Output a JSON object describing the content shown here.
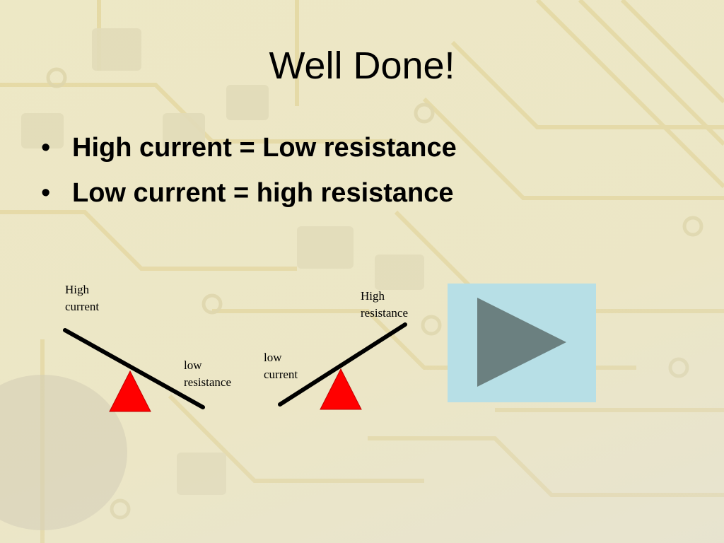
{
  "slide": {
    "title": "Well Done!",
    "bullets": [
      "High current = Low resistance",
      "Low current = high resistance"
    ]
  },
  "diagram": {
    "left_seesaw": {
      "label_high_line1": "High",
      "label_high_line2": "current",
      "label_low_line1": "low",
      "label_low_line2": "resistance"
    },
    "right_seesaw": {
      "label_low_line1": "low",
      "label_low_line2": "current",
      "label_high_line1": "High",
      "label_high_line2": "resistance"
    },
    "fulcrum_color": "#ff0000",
    "beam_color": "#000000"
  },
  "controls": {
    "play_icon": "play-triangle-icon",
    "play_bg_color": "#b7dfe6",
    "play_fg_color": "#6b8080"
  }
}
